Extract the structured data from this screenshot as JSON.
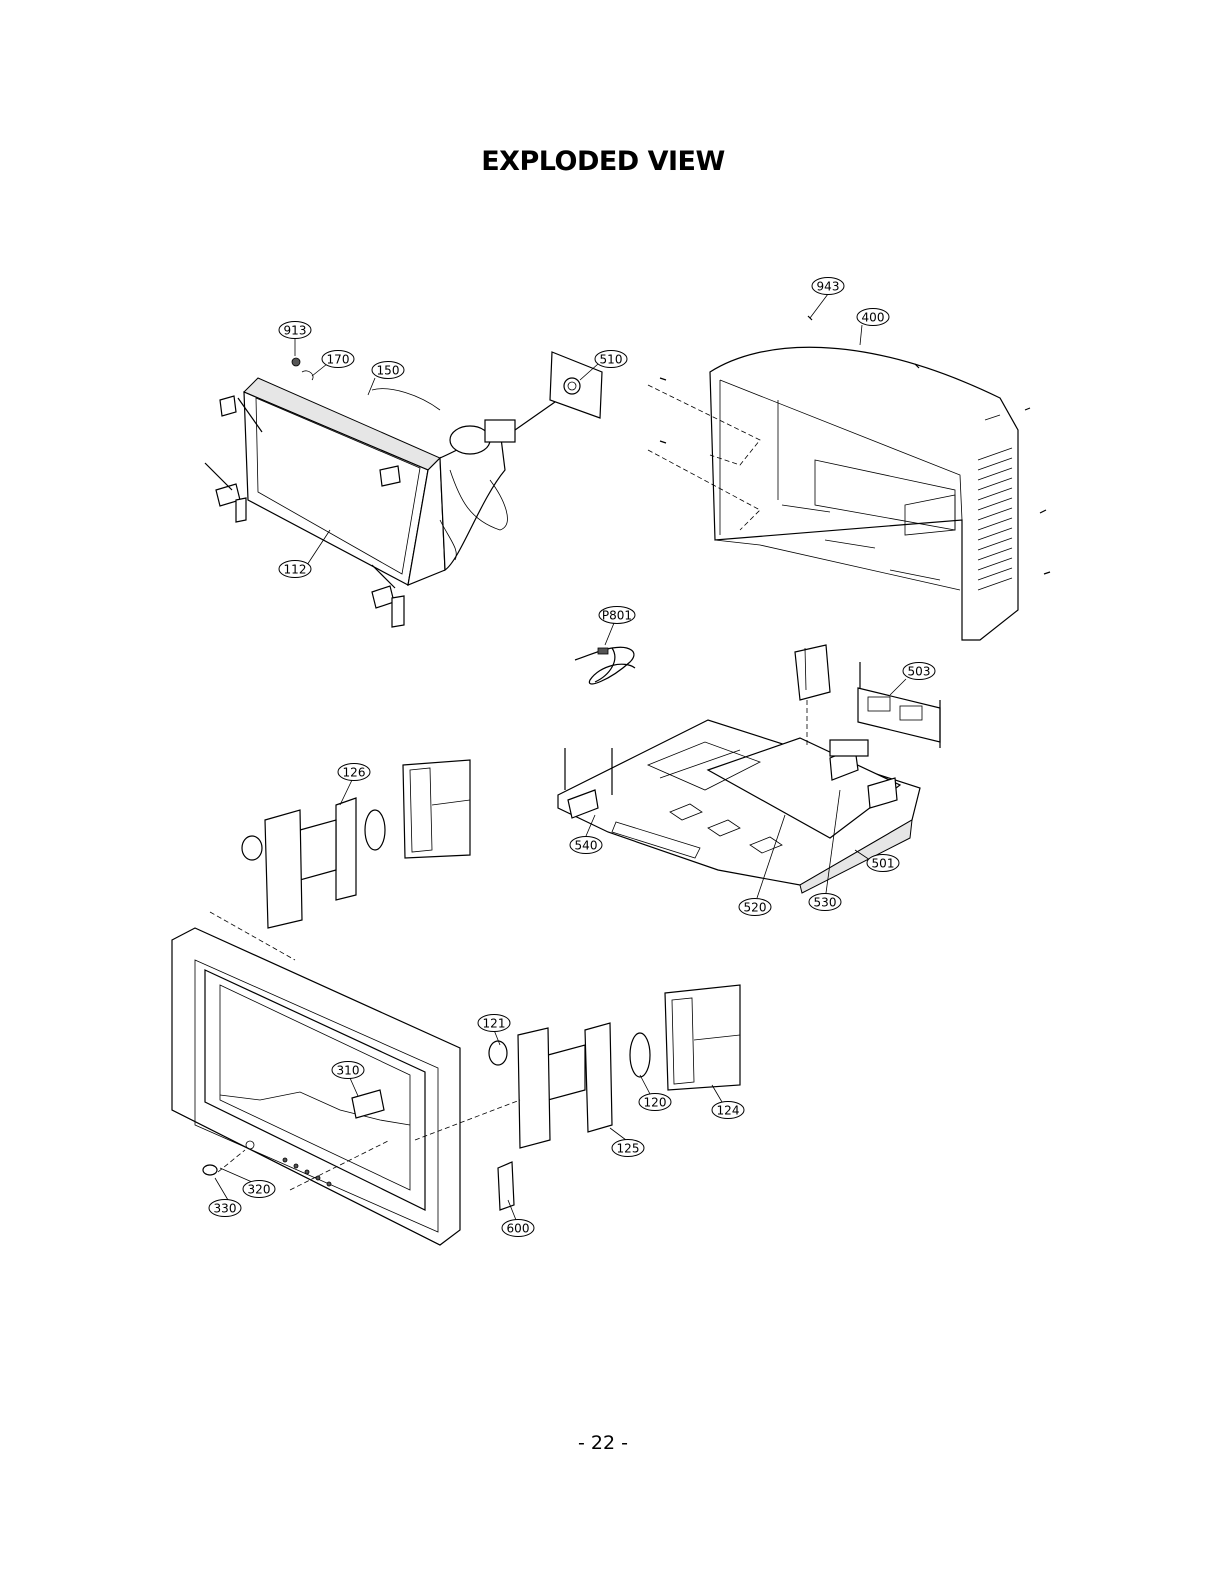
{
  "page": {
    "title": "EXPLODED VIEW",
    "page_number": "-  22  -"
  },
  "callouts": [
    "913",
    "170",
    "150",
    "510",
    "943",
    "400",
    "112",
    "P801",
    "503",
    "126",
    "540",
    "501",
    "520",
    "530",
    "121",
    "310",
    "120",
    "124",
    "125",
    "320",
    "330",
    "600"
  ]
}
